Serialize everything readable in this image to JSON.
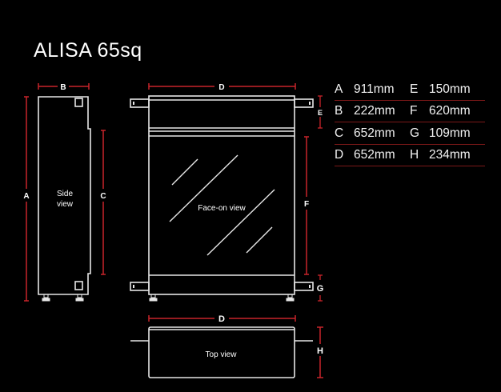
{
  "title": "ALISA 65sq",
  "colors": {
    "background": "#000000",
    "outline": "#e6e6e6",
    "dimension": "#c8242a",
    "rule": "#7a1818"
  },
  "views": {
    "side": {
      "label_line1": "Side",
      "label_line2": "view"
    },
    "face": {
      "label": "Face-on view"
    },
    "top": {
      "label": "Top view"
    }
  },
  "dimension_labels": {
    "A": "A",
    "B": "B",
    "C": "C",
    "D": "D",
    "E": "E",
    "F": "F",
    "G": "G",
    "H": "H"
  },
  "specs": [
    {
      "key": "A",
      "value": "911mm"
    },
    {
      "key": "E",
      "value": "150mm"
    },
    {
      "key": "B",
      "value": "222mm"
    },
    {
      "key": "F",
      "value": "620mm"
    },
    {
      "key": "C",
      "value": "652mm"
    },
    {
      "key": "G",
      "value": "109mm"
    },
    {
      "key": "D",
      "value": "652mm"
    },
    {
      "key": "H",
      "value": "234mm"
    }
  ]
}
